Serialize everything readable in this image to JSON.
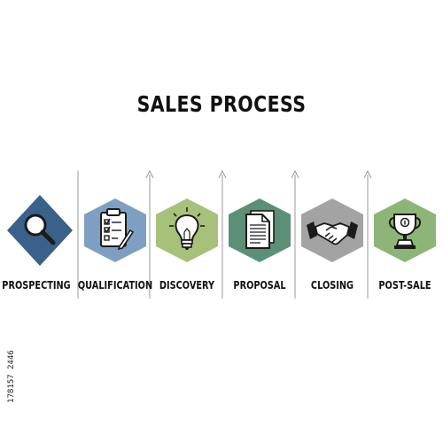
{
  "title": "SALES PROCESS",
  "side_code": "178157 2446",
  "colors": {
    "navy": "#3a6189",
    "light_blue": "#7f9fc2",
    "olive": "#a7c17b",
    "sea_green": "#5b9077",
    "gray": "#a3a3a3",
    "sage": "#8eb578",
    "arrow": "#9a9a9a"
  },
  "steps": [
    {
      "label": "PROSPECTING",
      "icon": "magnifier-icon",
      "shape": "diamond",
      "color": "#3a6189"
    },
    {
      "label": "QUALIFICATION",
      "icon": "clipboard-checklist-icon",
      "shape": "hexagon",
      "color": "#7f9fc2"
    },
    {
      "label": "DISCOVERY",
      "icon": "lightbulb-icon",
      "shape": "hexagon",
      "color": "#a7c17b"
    },
    {
      "label": "PROPOSAL",
      "icon": "document-icon",
      "shape": "hexagon",
      "color": "#5b9077"
    },
    {
      "label": "CLOSING",
      "icon": "handshake-icon",
      "shape": "hexagon",
      "color": "#a3a3a3"
    },
    {
      "label": "POST-SALE",
      "icon": "trophy-icon",
      "shape": "hexagon",
      "color": "#8eb578"
    }
  ]
}
